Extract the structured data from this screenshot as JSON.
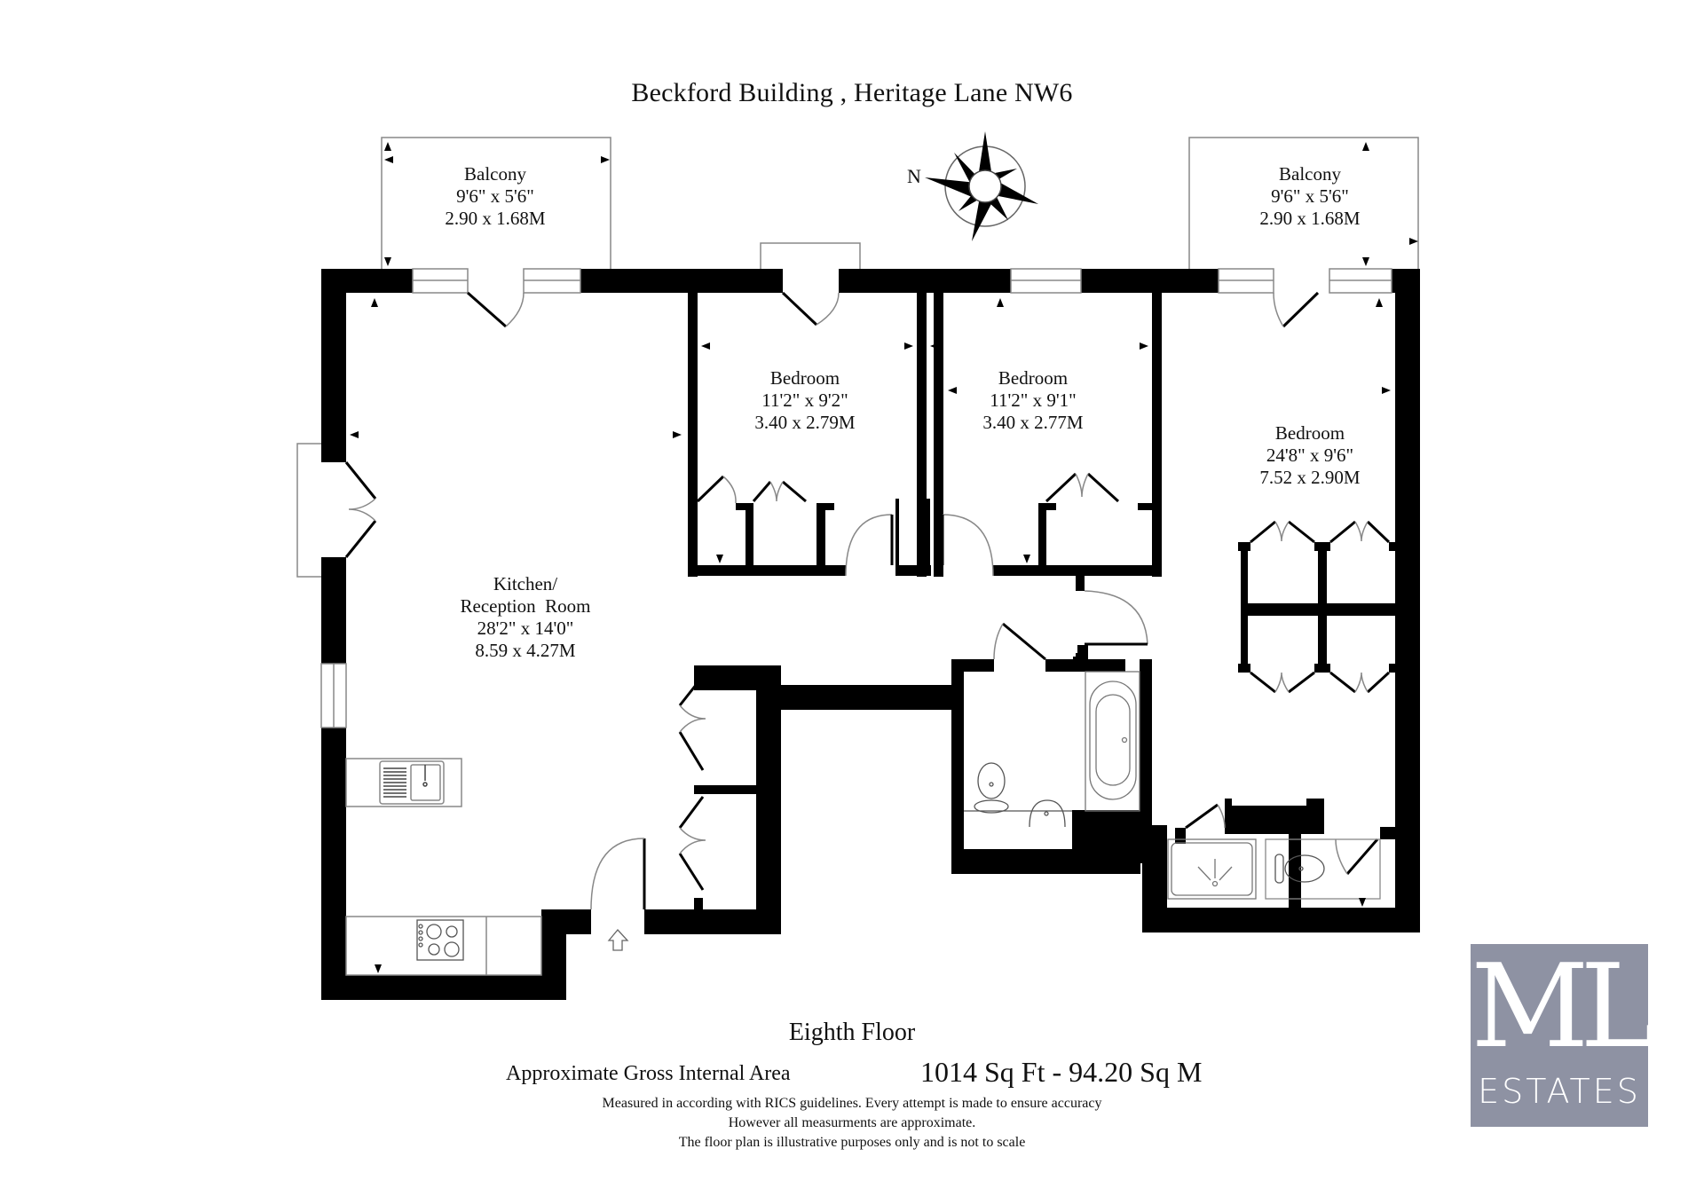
{
  "header": {
    "title": "Beckford Building , Heritage Lane NW6"
  },
  "compass": {
    "north_label": "N"
  },
  "rooms": [
    {
      "id": "balcony-left",
      "name": "Balcony",
      "imperial": "9'6\" x 5'6\"",
      "metric": "2.90 x 1.68M"
    },
    {
      "id": "balcony-right",
      "name": "Balcony",
      "imperial": "9'6\" x 5'6\"",
      "metric": "2.90 x 1.68M"
    },
    {
      "id": "bedroom-2",
      "name": "Bedroom",
      "imperial": "11'2\" x 9'2\"",
      "metric": "3.40 x 2.79M"
    },
    {
      "id": "bedroom-3",
      "name": "Bedroom",
      "imperial": "11'2\" x 9'1\"",
      "metric": "3.40 x 2.77M"
    },
    {
      "id": "bedroom-main",
      "name": "Bedroom",
      "imperial": "24'8\" x 9'6\"",
      "metric": "7.52 x 2.90M"
    },
    {
      "id": "kitchen-reception",
      "name_line1": "Kitchen/",
      "name_line2": "Reception  Room",
      "imperial": "28'2\" x 14'0\"",
      "metric": "8.59 x 4.27M"
    }
  ],
  "footer": {
    "floor": "Eighth Floor",
    "area_label": "Approximate Gross Internal Area",
    "area_value": "1014 Sq Ft - 94.20 Sq M",
    "notes": [
      "Measured in according with RICS guidelines. Every attempt is made to ensure accuracy",
      "However all measurments are approximate.",
      "The floor plan is illustrative purposes only and is not to scale"
    ]
  },
  "logo": {
    "monogram": "ML",
    "word": "ESTATES",
    "bg_color": "#8e92a3",
    "fg_color": "#ffffff"
  },
  "colors": {
    "wall": "#000000",
    "line": "#808080",
    "background": "#ffffff"
  }
}
